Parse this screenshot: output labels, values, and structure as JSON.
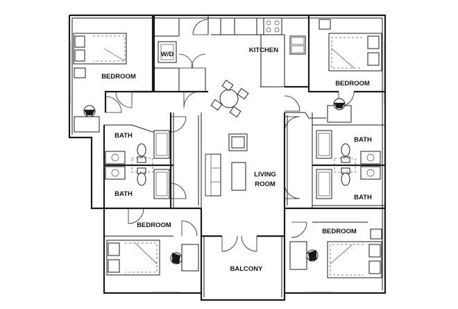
{
  "rooms": {
    "bedroom_nw": "BEDROOM",
    "wd": "W/D",
    "kitchen": "KITCHEN",
    "bedroom_ne": "BEDROOM",
    "bath_w1": "BATH",
    "bath_w2": "BATH",
    "bath_e1": "BATH",
    "bath_e2": "BATH",
    "living_1": "LIVING",
    "living_2": "ROOM",
    "bedroom_sw": "BEDROOM",
    "bedroom_se": "BEDROOM",
    "balcony": "BALCONY"
  }
}
